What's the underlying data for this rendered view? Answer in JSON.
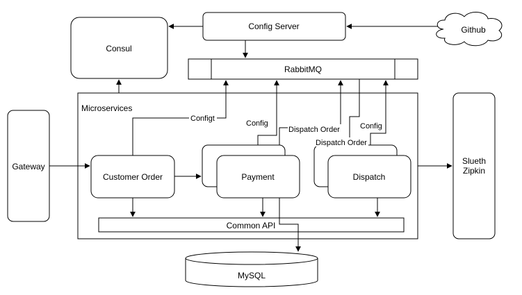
{
  "nodes": {
    "consul": "Consul",
    "config_server": "Config Server",
    "github": "Github",
    "rabbitmq": "RabbitMQ",
    "microservices": "Microservices",
    "gateway": "Gateway",
    "customer_order": "Customer Order",
    "payment": "Payment",
    "dispatch": "Dispatch",
    "common_api": "Common API",
    "sleuth_line1": "Slueth",
    "sleuth_line2": "Zipkin",
    "mysql": "MySQL"
  },
  "edge_labels": {
    "configt": "Configt",
    "config_payment": "Config",
    "dispatch_order_payment": "Dispatch Order",
    "dispatch_order_dispatch": "Dispatch Order",
    "config_dispatch": "Config"
  }
}
